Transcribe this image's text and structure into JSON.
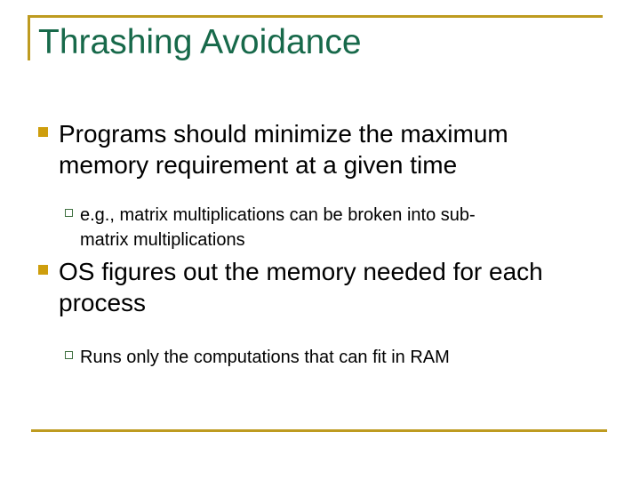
{
  "slide": {
    "title": "Thrashing Avoidance",
    "bullets": [
      {
        "level": 1,
        "text": "Programs should minimize the maximum\nmemory requirement at a given time"
      },
      {
        "level": 2,
        "text": "e.g., matrix multiplications can be broken into sub-\nmatrix multiplications"
      },
      {
        "level": 1,
        "text": "OS figures out the memory needed for each\nprocess"
      },
      {
        "level": 2,
        "text": "Runs only the computations that can fit in RAM"
      }
    ],
    "colors": {
      "title_green": "#17694A",
      "rule_gold": "#BE9B20",
      "bullet_square_gold": "#CE9E0D",
      "sub_bullet_border_green": "#3F7040",
      "body_text": "#000000",
      "background": "#FFFFFF"
    }
  }
}
